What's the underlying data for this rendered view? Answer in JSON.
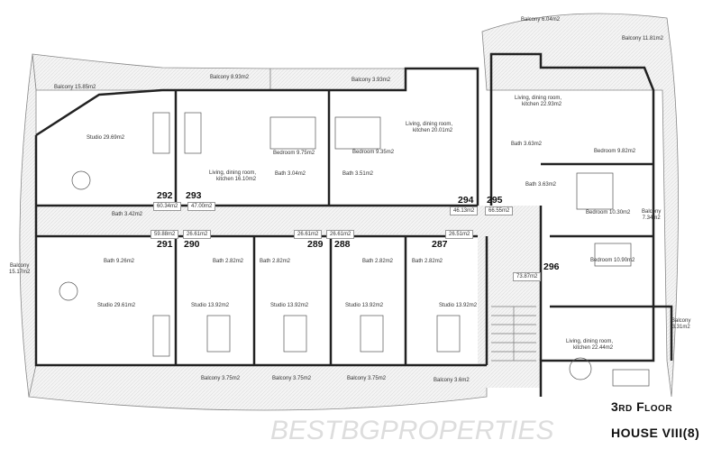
{
  "plan": {
    "floor_title": "3rd Floor",
    "house_title": "HOUSE VIII(8)",
    "watermark": "BESTBGPROPERTIES",
    "balconies": {
      "b1": "Balcony 15.85m2",
      "b2": "Balcony 8.93m2",
      "b3": "Balcony 3.93m2",
      "b4": "Balcony 6.04m2",
      "b5": "Balcony 11.81m2",
      "b6_l1": "Balcony",
      "b6_l2": "7.34m2",
      "b7_l1": "Balcony",
      "b7_l2": "15.17m2",
      "b8_l1": "Balcony",
      "b8_l2": "3.31m2",
      "b9": "Balcony 3.75m2",
      "b10": "Balcony 3.75m2",
      "b11": "Balcony 3.75m2",
      "b12": "Balcony 3.6m2"
    },
    "rooms": {
      "studio_292": "Studio 29.69m2",
      "living_293_l1": "Living, dining room,",
      "living_293_l2": "kitchen 16.10m2",
      "bed_293": "Bedroom 9.75m2",
      "bed_294": "Bedroom 9.35m2",
      "living_294_l1": "Living, dining room,",
      "living_294_l2": "kitchen 20.01m2",
      "living_295_l1": "Living, dining room,",
      "living_295_l2": "kitchen 22.93m2",
      "bath_295a": "Bath 3.63m2",
      "bed_295a": "Bedroom 9.82m2",
      "bath_295b": "Bath 3.63m2",
      "bed_295b": "Bedroom 10.30m2",
      "bath_292": "Bath 3.42m2",
      "bath_293": "Bath 3.04m2",
      "bath_294": "Bath 3.51m2",
      "bath_291": "Bath 9.26m2",
      "bath_290": "Bath 2.82m2",
      "bath_289": "Bath 2.82m2",
      "bath_288": "Bath 2.82m2",
      "bath_287": "Bath 2.82m2",
      "studio_291": "Studio 29.61m2",
      "studio_290": "Studio 13.92m2",
      "studio_289": "Studio 13.92m2",
      "studio_288": "Studio 13.92m2",
      "studio_287": "Studio 13.92m2",
      "bed_296": "Bedroom 10.90m2",
      "living_296_l1": "Living, dining room,",
      "living_296_l2": "kitchen 22.44m2"
    },
    "units": [
      {
        "number": "292",
        "area": "60.34m2"
      },
      {
        "number": "293",
        "area": "47.00m2"
      },
      {
        "number": "294",
        "area": "46.13m2"
      },
      {
        "number": "295",
        "area": "66.55m2"
      },
      {
        "number": "291",
        "area": "59.88m2"
      },
      {
        "number": "290",
        "area": "26.61m2"
      },
      {
        "number": "289",
        "area": "26.61m2"
      },
      {
        "number": "288",
        "area": "26.61m2"
      },
      {
        "number": "287",
        "area": "26.51m2"
      },
      {
        "number": "296",
        "area": "73.87m2"
      }
    ]
  }
}
